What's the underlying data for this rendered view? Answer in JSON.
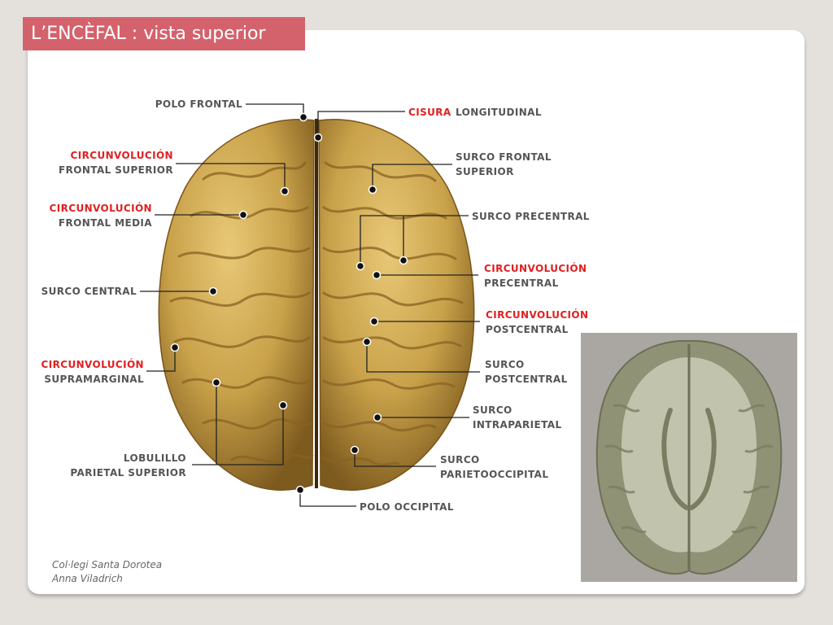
{
  "slide": {
    "title": "L’ENCÈFAL : vista superior",
    "credit": {
      "line1": "Col·legi Santa Dorotea",
      "line2": "Anna Viladrich"
    }
  },
  "labels": {
    "polo_frontal": "POLO FRONTAL",
    "cisura": "CISURA",
    "longitudinal": "LONGITUDINAL",
    "circ_frontal_superior_1": "CIRCUNVOLUCIÓN",
    "circ_frontal_superior_2": "FRONTAL SUPERIOR",
    "surco_frontal_superior_1": "SURCO FRONTAL",
    "surco_frontal_superior_2": "SUPERIOR",
    "circ_frontal_media_1": "CIRCUNVOLUCIÓN",
    "circ_frontal_media_2": "FRONTAL MEDIA",
    "surco_precentral": "SURCO PRECENTRAL",
    "circ_precentral_1": "CIRCUNVOLUCIÓN",
    "circ_precentral_2": "PRECENTRAL",
    "surco_central": "SURCO CENTRAL",
    "circ_postcentral_1": "CIRCUNVOLUCIÓN",
    "circ_postcentral_2": "POSTCENTRAL",
    "circ_supramarginal_1": "CIRCUNVOLUCIÓN",
    "circ_supramarginal_2": "SUPRAMARGINAL",
    "surco_postcentral_1": "SURCO",
    "surco_postcentral_2": "POSTCENTRAL",
    "surco_intraparietal_1": "SURCO",
    "surco_intraparietal_2": "INTRAPARIETAL",
    "lobulillo_1": "LOBULILLO",
    "lobulillo_2": "PARIETAL SUPERIOR",
    "surco_parietooccipital_1": "SURCO",
    "surco_parietooccipital_2": "PARIETOOCCIPITAL",
    "polo_occipital": "POLO OCCIPITAL"
  },
  "colors": {
    "title_bg": "#d4626d",
    "label_red": "#e02020",
    "label_gray": "#555555",
    "brain": "#c9a24a"
  }
}
